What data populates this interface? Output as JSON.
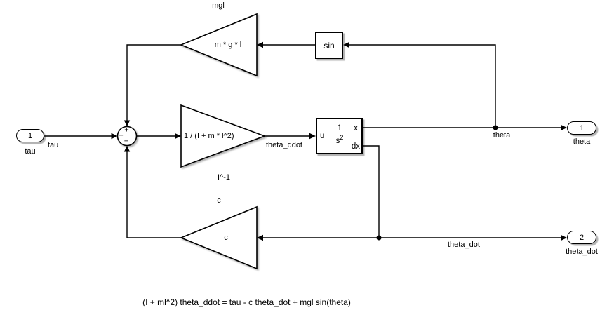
{
  "model": {
    "inport": {
      "number": "1",
      "name": "tau"
    },
    "sum": {
      "sign_top": "+",
      "sign_left": "+",
      "sign_bottom": "−"
    },
    "gain_inertia": {
      "expression": "1 / (I + m * l^2)",
      "name": "I^-1"
    },
    "integrator": {
      "input": "u",
      "numerator": "1",
      "denominator": "s",
      "exponent": "2",
      "output_top": "x",
      "output_bottom": "dx"
    },
    "sin_block": {
      "label": "sin"
    },
    "gain_mgl": {
      "expression": "m * g * l",
      "name": "mgl"
    },
    "gain_damping": {
      "expression": "c",
      "name": "c"
    },
    "outport_theta": {
      "number": "1",
      "name": "theta"
    },
    "outport_theta_dot": {
      "number": "2",
      "name": "theta_dot"
    },
    "signal_labels": {
      "tau": "tau",
      "theta_ddot": "theta_ddot",
      "theta": "theta",
      "theta_dot": "theta_dot"
    },
    "annotation": {
      "equation": "(I + ml^2) theta_ddot = tau - c theta_dot + mgl sin(theta)"
    }
  },
  "colors": {
    "background": "#ffffff",
    "line": "#000000",
    "block_fill": "#ffffff"
  }
}
